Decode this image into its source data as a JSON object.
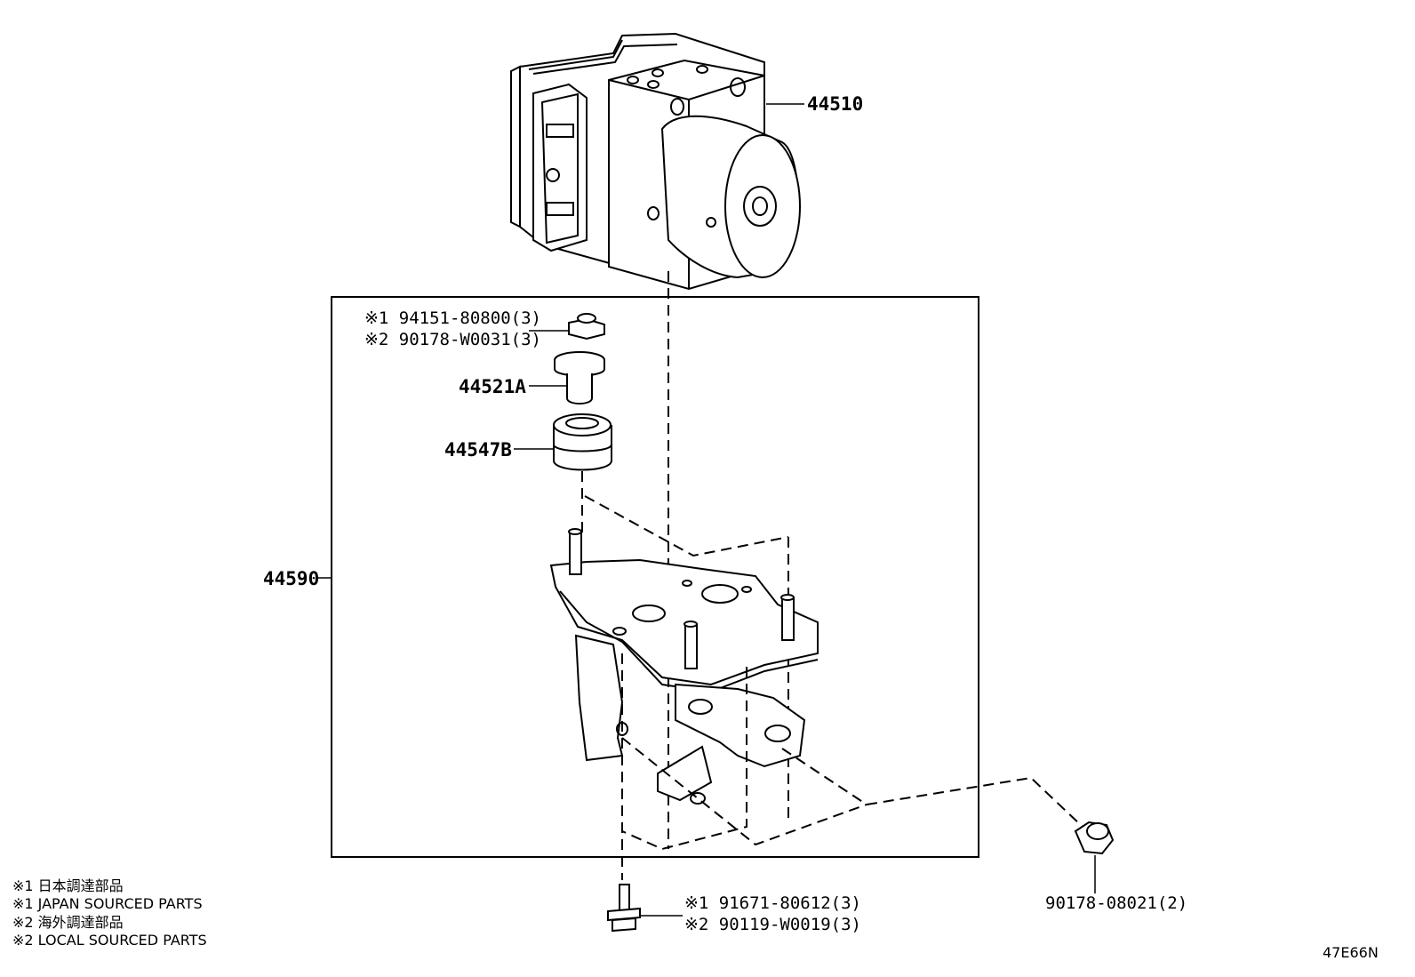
{
  "parts": {
    "p44510": "44510",
    "p44590": "44590",
    "p44521a": "44521A",
    "p44547b": "44547B",
    "nut_top_1": "※1 94151-80800(3)",
    "nut_top_2": "※2 90178-W0031(3)",
    "bolt_1": "※1 91671-80612(3)",
    "bolt_2": "※2 90119-W0019(3)",
    "nut_right": "90178-08021(2)"
  },
  "notes": [
    "※1 日本調達部品",
    "※1 JAPAN SOURCED PARTS",
    "※2 海外調達部品",
    "※2 LOCAL SOURCED PARTS"
  ],
  "diagram_code": "47E66N"
}
